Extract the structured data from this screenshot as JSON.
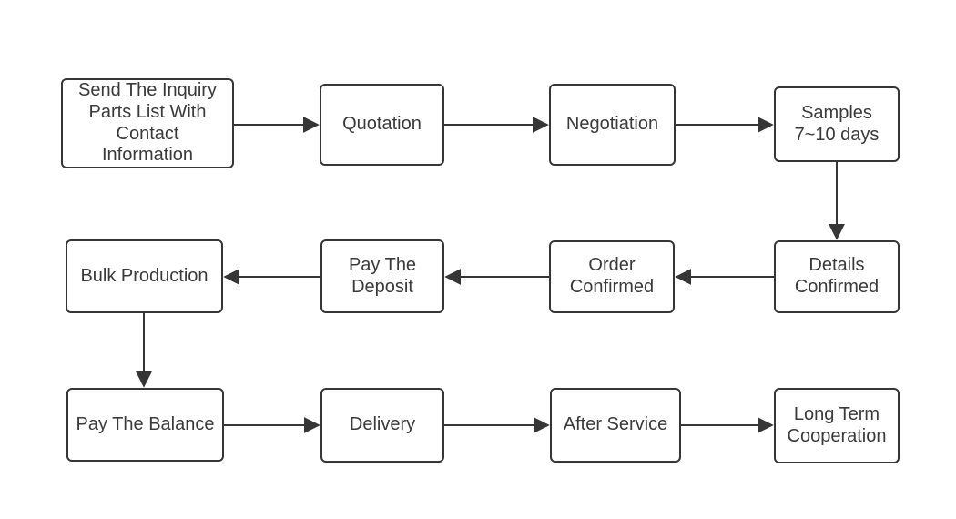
{
  "diagram": {
    "type": "flowchart",
    "colors": {
      "background": "#ffffff",
      "node_border": "#363636",
      "node_fill": "#ffffff",
      "text": "#3a3a3a",
      "arrow": "#363636"
    },
    "nodes": [
      {
        "id": "send-inquiry",
        "label": "Send The Inquiry\nParts List With\nContact\nInformation"
      },
      {
        "id": "quotation",
        "label": "Quotation"
      },
      {
        "id": "negotiation",
        "label": "Negotiation"
      },
      {
        "id": "samples",
        "label": "Samples\n7~10 days"
      },
      {
        "id": "details-confirmed",
        "label": "Details\nConfirmed"
      },
      {
        "id": "order-confirmed",
        "label": "Order\nConfirmed"
      },
      {
        "id": "pay-the-deposit",
        "label": "Pay The\nDeposit"
      },
      {
        "id": "bulk-production",
        "label": "Bulk Production"
      },
      {
        "id": "pay-the-balance",
        "label": "Pay The Balance"
      },
      {
        "id": "delivery",
        "label": "Delivery"
      },
      {
        "id": "after-service",
        "label": "After Service"
      },
      {
        "id": "long-term-cooperation",
        "label": "Long Term\nCooperation"
      }
    ],
    "edges": [
      {
        "from": "send-inquiry",
        "to": "quotation"
      },
      {
        "from": "quotation",
        "to": "negotiation"
      },
      {
        "from": "negotiation",
        "to": "samples"
      },
      {
        "from": "samples",
        "to": "details-confirmed"
      },
      {
        "from": "details-confirmed",
        "to": "order-confirmed"
      },
      {
        "from": "order-confirmed",
        "to": "pay-the-deposit"
      },
      {
        "from": "pay-the-deposit",
        "to": "bulk-production"
      },
      {
        "from": "bulk-production",
        "to": "pay-the-balance"
      },
      {
        "from": "pay-the-balance",
        "to": "delivery"
      },
      {
        "from": "delivery",
        "to": "after-service"
      },
      {
        "from": "after-service",
        "to": "long-term-cooperation"
      }
    ]
  }
}
